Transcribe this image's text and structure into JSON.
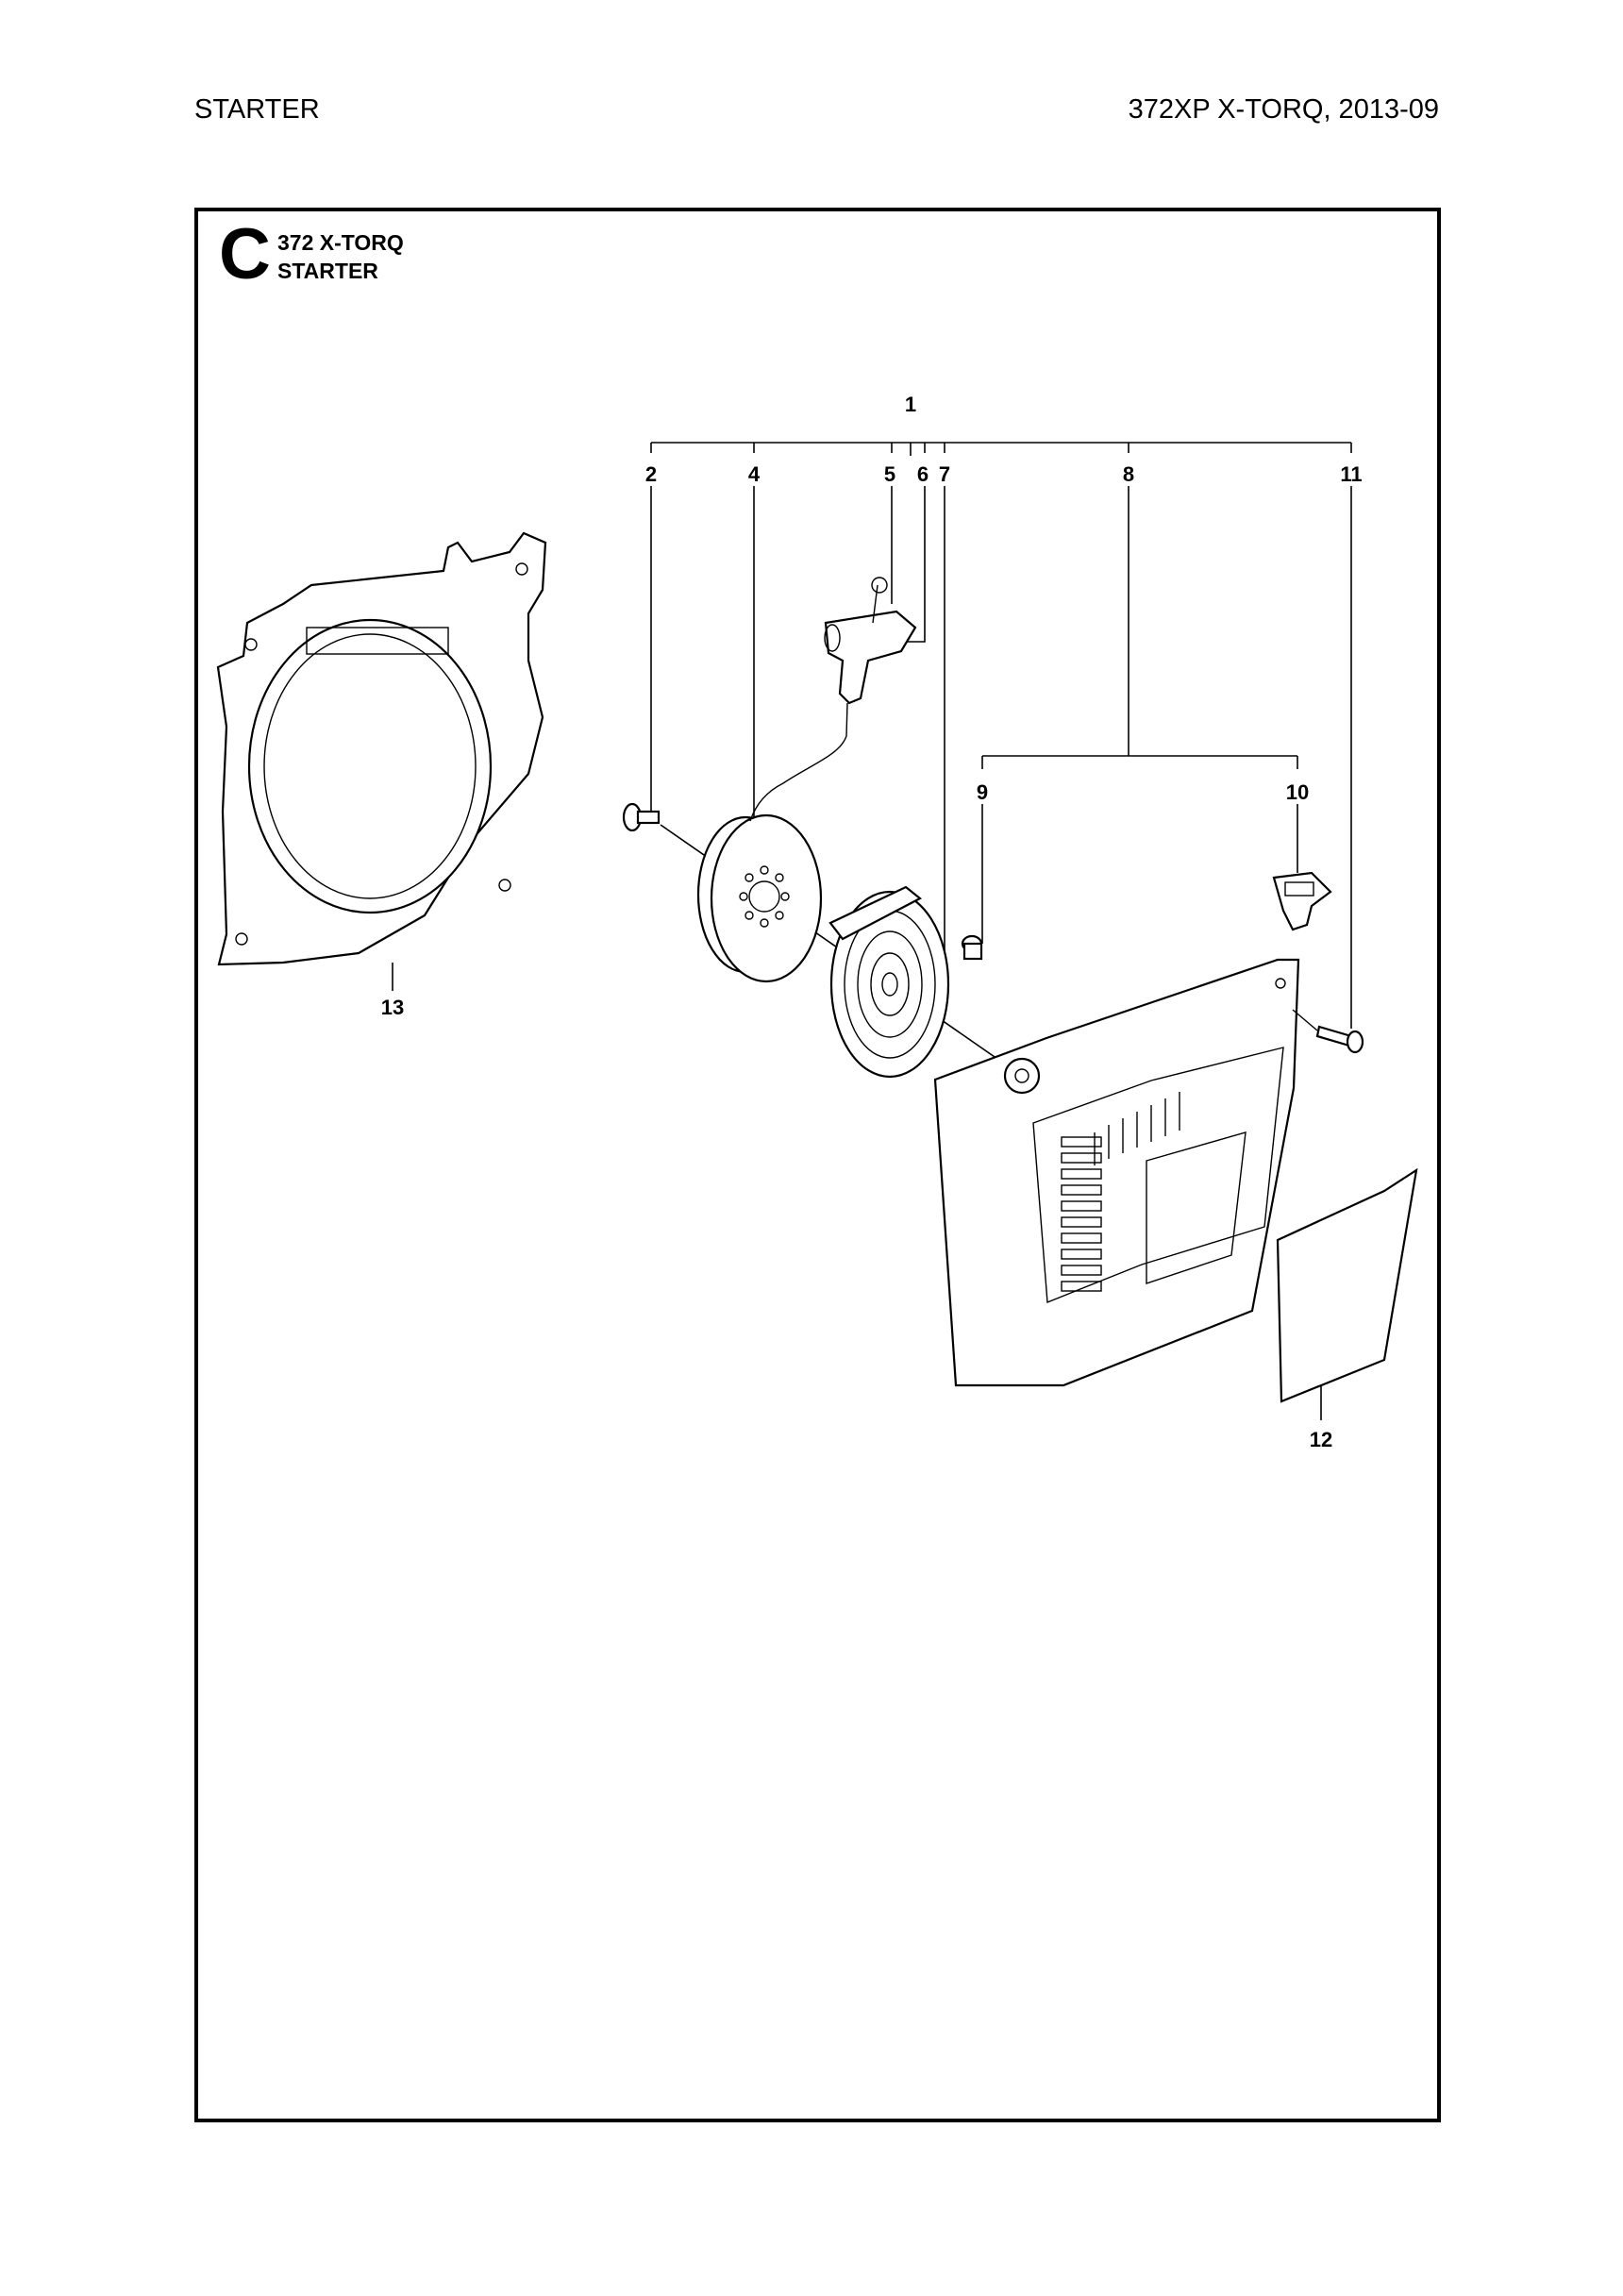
{
  "header": {
    "section": "STARTER",
    "model_date": "372XP X-TORQ, 2013-09"
  },
  "frame": {
    "letter": "C",
    "title_line1": "372 X-TORQ",
    "title_line2": "STARTER"
  },
  "callouts": [
    "1",
    "2",
    "4",
    "5",
    "6",
    "7",
    "8",
    "9",
    "10",
    "11",
    "12",
    "13"
  ]
}
